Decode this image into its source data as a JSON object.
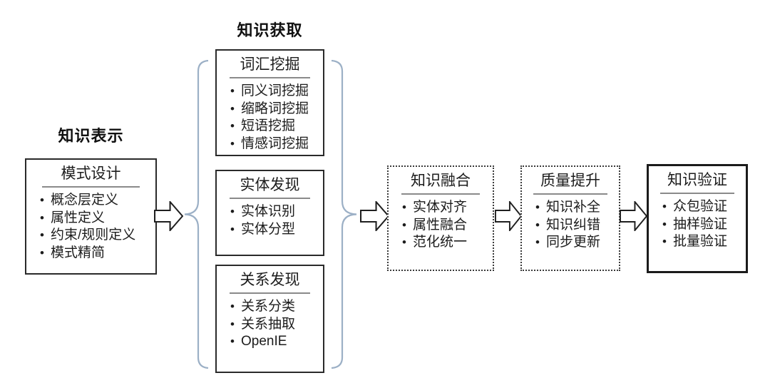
{
  "headers": {
    "representation": "知识表示",
    "acquisition": "知识获取"
  },
  "boxes": {
    "schema_design": {
      "title": "模式设计",
      "items": [
        "概念层定义",
        "属性定义",
        "约束/规则定义",
        "模式精简"
      ]
    },
    "vocab_mining": {
      "title": "词汇挖掘",
      "items": [
        "同义词挖掘",
        "缩略词挖掘",
        "短语挖掘",
        "情感词挖掘"
      ]
    },
    "entity_discovery": {
      "title": "实体发现",
      "items": [
        "实体识别",
        "实体分型"
      ]
    },
    "relation_discovery": {
      "title": "关系发现",
      "items": [
        "关系分类",
        "关系抽取",
        "OpenIE"
      ]
    },
    "knowledge_fusion": {
      "title": "知识融合",
      "items": [
        "实体对齐",
        "属性融合",
        "范化统一"
      ]
    },
    "quality_improvement": {
      "title": "质量提升",
      "items": [
        "知识补全",
        "知识纠错",
        "同步更新"
      ]
    },
    "knowledge_verification": {
      "title": "知识验证",
      "items": [
        "众包验证",
        "抽样验证",
        "批量验证"
      ]
    }
  },
  "icons": {
    "flow_arrow": "block-arrow-right",
    "brace_left": "curly-brace-opening-left",
    "brace_right": "curly-brace-pointing-right"
  },
  "colors": {
    "background": "#ffffff",
    "text": "#1c1c1c",
    "box_border": "#2a2a2a",
    "divider": "#8a8a8a",
    "brace": "#9cb0c6",
    "arrow_outline": "#1f1f1f",
    "arrow_fill": "#ffffff"
  }
}
